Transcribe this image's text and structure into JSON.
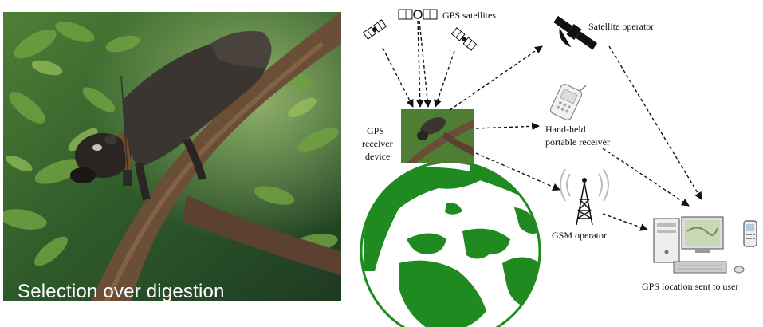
{
  "photo": {
    "caption": "Selection over digestion"
  },
  "diagram": {
    "gps_satellites": "GPS satellites",
    "satellite_operator": "Satellite operator",
    "gps_receiver_device": [
      "GPS",
      "receiver",
      "device"
    ],
    "hand_held_receiver": [
      "Hand-held",
      "portable receiver"
    ],
    "gsm_operator": "GSM operator",
    "gps_location_sent": "GPS location sent to user"
  },
  "colors": {
    "globe": "#1f8a1f",
    "arrow": "#111111",
    "foliage": "#3d6b2e"
  }
}
